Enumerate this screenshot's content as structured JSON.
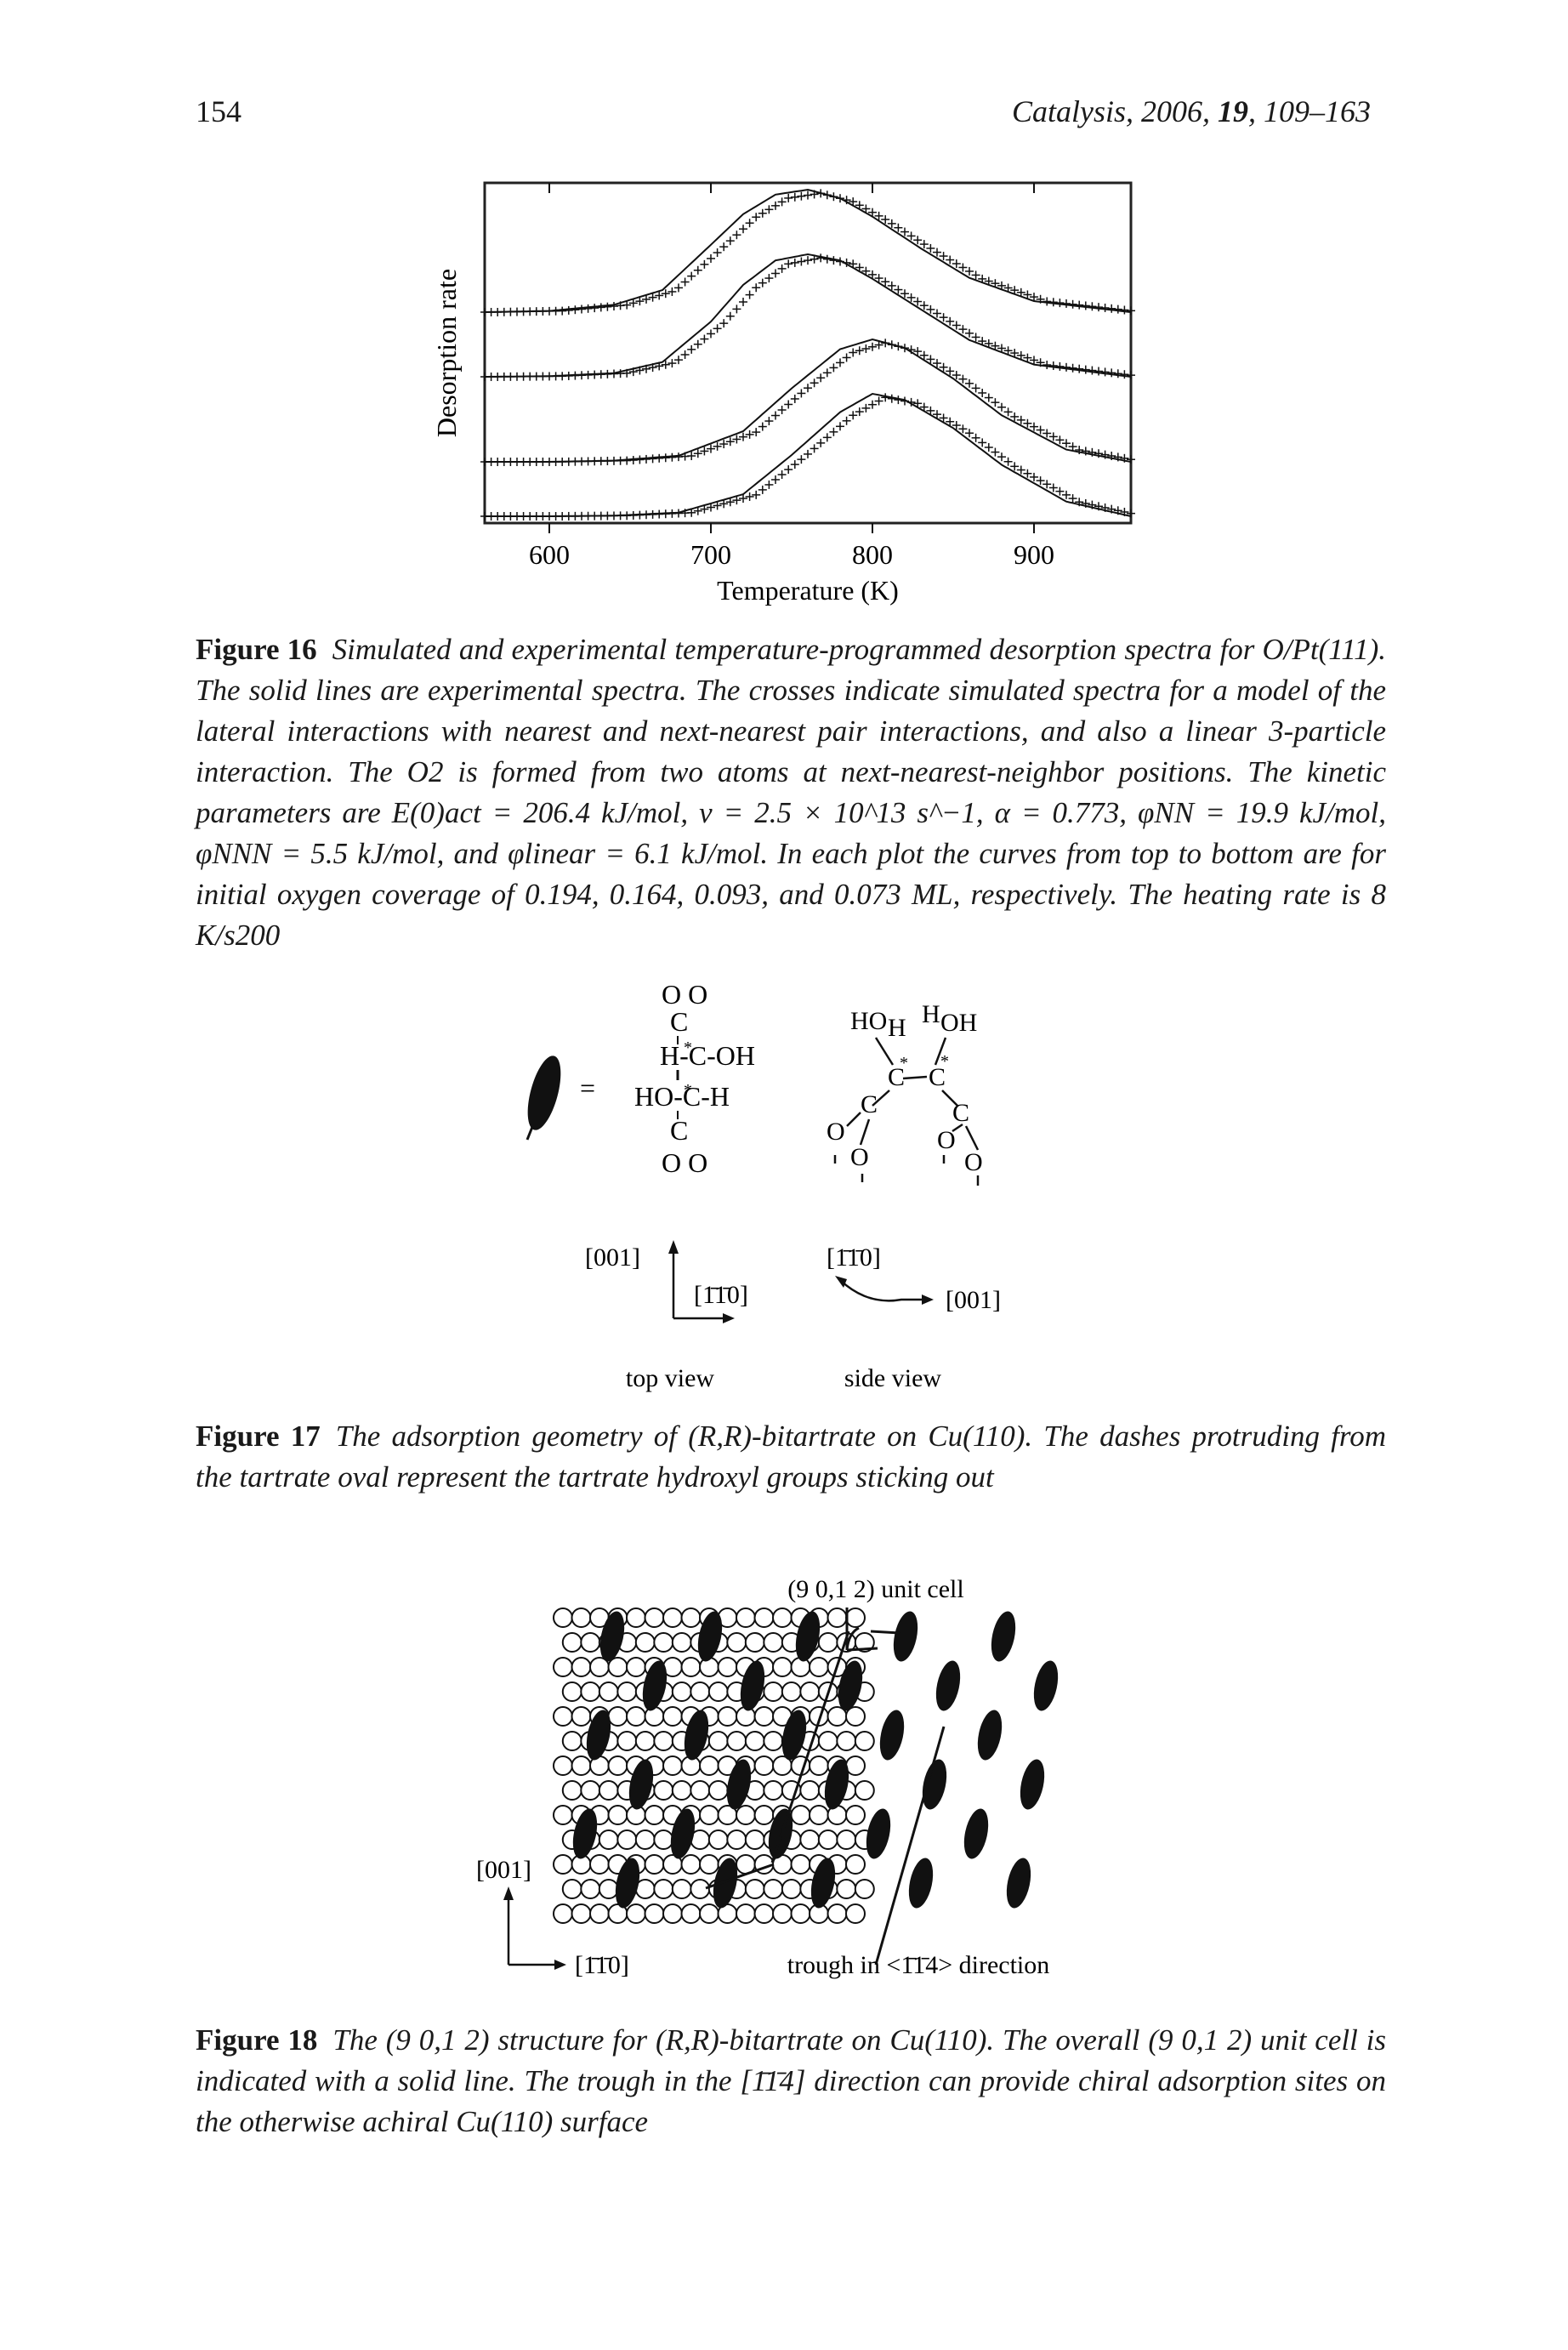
{
  "header": {
    "page_number": "154",
    "journal": "Catalysis, 2006, ",
    "volume": "19",
    "pages": ", 109–163"
  },
  "figure16": {
    "caption_label": "Figure 16",
    "caption_text": "Simulated and experimental temperature-programmed desorption spectra for O/Pt(111). The solid lines are experimental spectra. The crosses indicate simulated spectra for a model of the lateral interactions with nearest and next-nearest pair interactions, and also a linear 3-particle interaction. The O2 is formed from two atoms at next-nearest-neighbor positions. The kinetic parameters are E(0)act = 206.4 kJ/mol, ν = 2.5 × 10^13 s^−1, α = 0.773, φNN = 19.9 kJ/mol, φNNN = 5.5 kJ/mol, and φlinear = 6.1 kJ/mol. In each plot the curves from top to bottom are for initial oxygen coverage of 0.194, 0.164, 0.093, and 0.073 ML, respectively. The heating rate is 8 K/s200"
  },
  "chart_data": {
    "type": "line",
    "xlabel": "Temperature (K)",
    "ylabel": "Desorption rate",
    "xlim": [
      560,
      960
    ],
    "xticks": [
      600,
      700,
      800,
      900
    ],
    "grid": false,
    "series": [
      {
        "offset": 0.62,
        "x": [
          560,
          600,
          640,
          670,
          700,
          720,
          740,
          760,
          780,
          800,
          830,
          860,
          900,
          960
        ],
        "y": [
          0.0,
          0.01,
          0.06,
          0.18,
          0.55,
          0.8,
          0.96,
          1.0,
          0.93,
          0.78,
          0.52,
          0.28,
          0.09,
          0.0
        ]
      },
      {
        "offset": 0.43,
        "x": [
          560,
          600,
          640,
          670,
          700,
          720,
          740,
          760,
          780,
          800,
          830,
          860,
          900,
          960
        ],
        "y": [
          0.0,
          0.005,
          0.03,
          0.12,
          0.45,
          0.75,
          0.95,
          1.0,
          0.95,
          0.8,
          0.55,
          0.3,
          0.1,
          0.0
        ]
      },
      {
        "offset": 0.18,
        "x": [
          560,
          600,
          640,
          680,
          720,
          750,
          780,
          800,
          820,
          850,
          880,
          920,
          960
        ],
        "y": [
          0.0,
          0.0,
          0.01,
          0.05,
          0.25,
          0.6,
          0.92,
          1.0,
          0.93,
          0.68,
          0.38,
          0.1,
          0.0
        ]
      },
      {
        "offset": 0.02,
        "x": [
          560,
          600,
          640,
          680,
          720,
          750,
          780,
          800,
          820,
          850,
          880,
          920,
          960
        ],
        "y": [
          0.0,
          0.0,
          0.005,
          0.03,
          0.18,
          0.5,
          0.85,
          1.0,
          0.95,
          0.72,
          0.42,
          0.12,
          0.0
        ]
      }
    ]
  },
  "figure17": {
    "molecule": {
      "o_top": "O O",
      "c_top": "C",
      "row1": "H-C-OH",
      "row2": "HO-C-H",
      "c_bottom": "C",
      "o_bottom": "O O",
      "equals": "=",
      "side_ho_left": "HO",
      "side_h_left": "H",
      "side_h_right": "H",
      "side_oh_right": "OH",
      "side_c1": "C",
      "side_c2": "C",
      "side_c3": "C",
      "side_c4": "C",
      "side_o1": "O",
      "side_o2": "O",
      "side_o3": "O",
      "side_o4": "O",
      "star1": "*",
      "star2": "*",
      "star3": "*",
      "star4": "*"
    },
    "axes": {
      "top_up": "[001]",
      "top_right": "[1̄1̄0]",
      "side_up": "[1̄1̄0]",
      "side_right": "[001]"
    },
    "top_view": "top view",
    "side_view": "side view",
    "caption_label": "Figure 17",
    "caption_text": "The adsorption geometry of (R,R)-bitartrate on Cu(110). The dashes protruding from the tartrate oval represent the tartrate hydroxyl groups sticking out"
  },
  "figure18": {
    "unit_cell_label": "(9 0,1 2) unit cell",
    "axis_up": "[001]",
    "axis_right": "[1̄1̄0]",
    "trough_label": "trough in <1̄1̄4> direction",
    "caption_label": "Figure 18",
    "caption_text": "The (9 0,1 2) structure for (R,R)-bitartrate on Cu(110). The overall (9 0,1 2) unit cell is indicated with a solid line. The trough in the [1̄1̄4] direction can provide chiral adsorption sites on the otherwise achiral Cu(110) surface"
  }
}
